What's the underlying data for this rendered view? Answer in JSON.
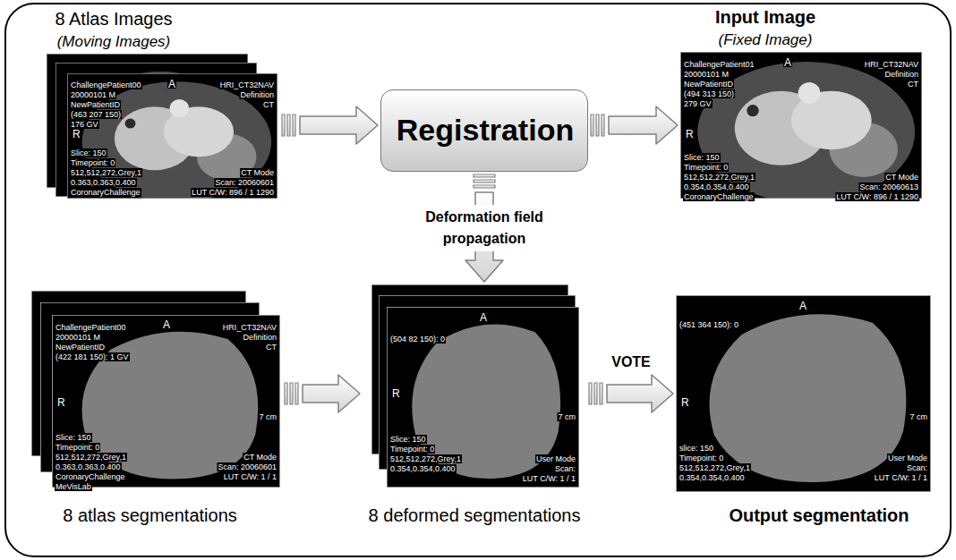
{
  "diagram": {
    "nodes": [
      {
        "text": [
          "8 Atlas Images",
          "(Moving Images)"
        ]
      },
      {
        "text": [
          "Registration"
        ]
      },
      {
        "text": [
          "Input Image",
          "(Fixed Image)"
        ]
      },
      {
        "text": [
          "8 atlas segmentations"
        ]
      },
      {
        "text": [
          "8 deformed segmentations"
        ]
      },
      {
        "text": [
          "Output segmentation"
        ]
      }
    ],
    "edges": [
      {
        "from": 0,
        "to": 1,
        "arrow": "to"
      },
      {
        "from": 1,
        "to": 2,
        "arrow": "to"
      },
      {
        "from": 1,
        "to": 4,
        "label": "Deformation field propagation",
        "arrow": "to"
      },
      {
        "from": 3,
        "to": 4,
        "arrow": "to"
      },
      {
        "from": 4,
        "to": 5,
        "label": "VOTE",
        "arrow": "to"
      }
    ],
    "labels": [
      "ChallengePatient00",
      "20000101 M",
      "NewPatientID",
      "(463 207 150)",
      "176 GV",
      "A",
      "HRI_CT32NAV",
      "Definition",
      "CT",
      "R",
      "Slice: 150",
      "Timepoint: 0",
      "512,512,272,Grey,1",
      "0.363,0.363,0.400",
      "CoronaryChallenge",
      "CT Mode",
      "Scan: 20060601",
      "LUT C/W: 896 / 1 1290",
      "ChallengePatient01",
      "20000101 M",
      "NewPatientID",
      "(494 313 150)",
      "279 GV",
      "A",
      "HRI_CT32NAV",
      "Definition",
      "CT",
      "R",
      "Slice: 150",
      "Timepoint: 0",
      "512,512,272,Grey,1",
      "0.354,0.354,0.400",
      "CoronaryChallenge",
      "CT Mode",
      "Scan: 20060613",
      "LUT C/W: 896 / 1 1290",
      "ChallengePatient00",
      "20000101 M",
      "NewPatientID",
      "(422 181 150): 1 GV",
      "A",
      "HRI_CT32NAV",
      "Definition",
      "CT",
      "R",
      "7 cm",
      "Slice: 150",
      "Timepoint: 0",
      "512,512,272,Grey,1",
      "0.363,0.363,0.400",
      "CoronaryChallenge",
      "MeVisLab",
      "CT Mode",
      "Scan: 20060601",
      "LUT C/W: 1 / 1",
      "A",
      "(504 82 150): 0",
      "R",
      "Slice: 150",
      "Timepoint: 0",
      "512,512,272,Grey,1",
      "0.354,0.354,0.400",
      "7 cm",
      "User Mode",
      "Scan:",
      "LUT C/W: 1 / 1",
      "A",
      "(451 364 150): 0",
      "R",
      "7 cm",
      "slice: 150",
      "Timepoint: 0",
      "512,512,272,Grey,1",
      "0.354,0.354,0.400",
      "User Mode",
      "Scan:",
      "LUT C/W: 1 / 1"
    ]
  }
}
